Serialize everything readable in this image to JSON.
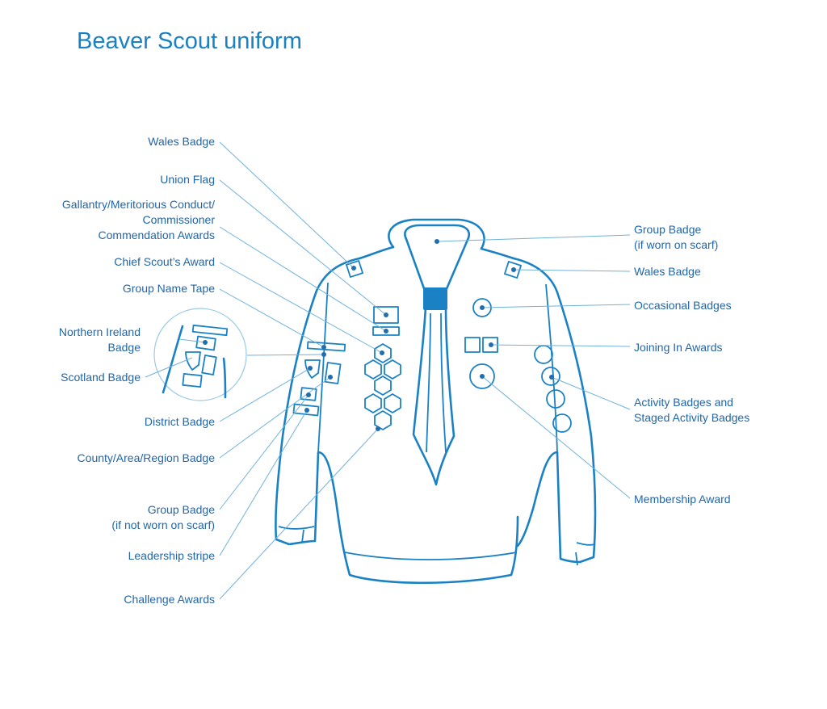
{
  "title": "Beaver Scout uniform",
  "colors": {
    "accent": "#1a82c4",
    "label": "#2266a8",
    "leader": "#6fb2dc"
  },
  "labels": {
    "wales_badge_left": "Wales Badge",
    "union_flag": "Union Flag",
    "gallantry": [
      "Gallantry/Meritorious Conduct/",
      "Commissioner",
      "Commendation Awards"
    ],
    "chief_scouts_award": "Chief Scout’s Award",
    "group_name_tape": "Group Name Tape",
    "northern_ireland_badge": [
      "Northern Ireland",
      "Badge"
    ],
    "scotland_badge": "Scotland Badge",
    "district_badge": "District Badge",
    "county_badge": "County/Area/Region Badge",
    "group_badge_sleeve": [
      "Group Badge",
      "(if not worn on scarf)"
    ],
    "leadership_stripe": "Leadership stripe",
    "challenge_awards": "Challenge Awards",
    "group_badge_scarf": [
      "Group Badge",
      "(if worn on scarf)"
    ],
    "wales_badge_right": "Wales Badge",
    "occasional_badges": "Occasional Badges",
    "joining_in_awards": "Joining In Awards",
    "activity_badges": [
      "Activity Badges and",
      "Staged Activity Badges"
    ],
    "membership_award": "Membership Award"
  }
}
